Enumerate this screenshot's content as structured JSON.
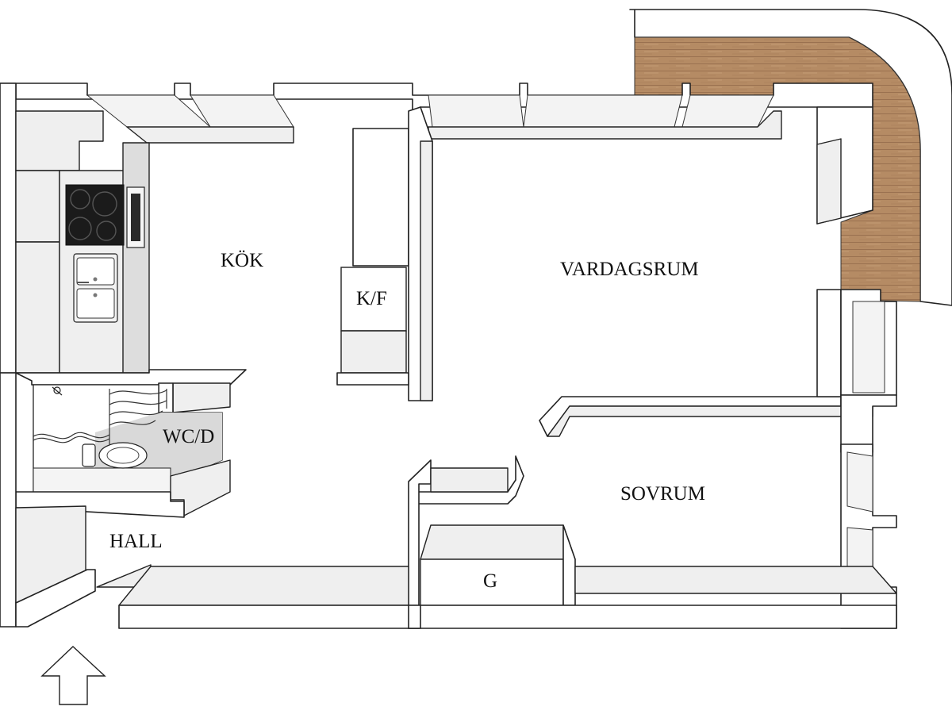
{
  "rooms": {
    "kitchen": "KÖK",
    "fridge_freezer": "K/F",
    "bathroom": "WC/D",
    "hall": "HALL",
    "living_room": "VARDAGSRUM",
    "bedroom": "SOVRUM",
    "wardrobe": "G"
  },
  "colors": {
    "balcony_deck": "#b58b64",
    "deck_line": "#9a7150",
    "bathroom_floor": "#d9d9d9",
    "hob": "#1b1b1b"
  },
  "icons": {
    "entrance": "up-arrow-icon"
  }
}
